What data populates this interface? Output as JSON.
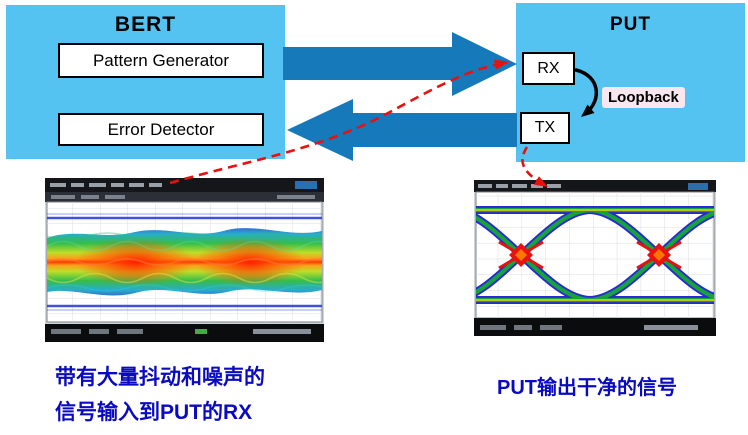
{
  "colors": {
    "panel_blue": "#55c3f2",
    "arrow_blue": "#1679ba",
    "dashed_red": "#e8110e",
    "caption_blue": "#0a0ac0",
    "loopback_bg": "#f8e7ee"
  },
  "bert": {
    "title": "BERT",
    "pattern_generator_label": "Pattern Generator",
    "error_detector_label": "Error Detector"
  },
  "put": {
    "title": "PUT",
    "rx_label": "RX",
    "tx_label": "TX",
    "loopback_label": "Loopback"
  },
  "captions": {
    "left_line1": "带有大量抖动和噪声的",
    "left_line2": "信号输入到PUT的RX",
    "right": "PUT输出干净的信号"
  }
}
